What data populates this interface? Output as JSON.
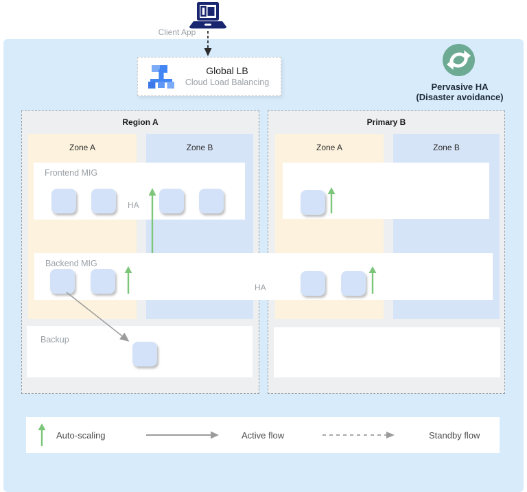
{
  "client_app": {
    "label": "Client App"
  },
  "global_lb": {
    "title": "Global LB",
    "subtitle": "Cloud Load Balancing"
  },
  "pervasive_ha": {
    "title": "Pervasive HA",
    "subtitle": "(Disaster avoidance)"
  },
  "regions": [
    {
      "title": "Region A",
      "zone_a_label": "Zone A",
      "zone_b_label": "Zone B"
    },
    {
      "title": "Primary B",
      "zone_a_label": "Zone A",
      "zone_b_label": "Zone B"
    }
  ],
  "mig": {
    "frontend_label": "Frontend MIG",
    "frontend_ha_label": "HA",
    "backend_label": "Backend MIG",
    "backend_ha_label": "HA",
    "backup_label": "Backup"
  },
  "legend": {
    "items": [
      {
        "label": "Auto-scaling",
        "symbol": "green-up-arrow"
      },
      {
        "label": "Active flow",
        "symbol": "gray-solid-arrow"
      },
      {
        "label": "Standby flow",
        "symbol": "gray-dashed-arrow"
      }
    ]
  },
  "icons": {
    "client": "laptop-icon",
    "load_balancer": "load-balancer-icon",
    "pervasive_ha": "sync-icon"
  },
  "colors": {
    "canvas_blue": "#d8ebfb",
    "region_fill": "#edeff1",
    "zone_a_cream": "#fdf2dd",
    "zone_b_blue": "#d6e4f8",
    "vm_fill": "#d3e2f8",
    "autoscale_green": "#7cc57a",
    "flow_gray": "#9b9b9b",
    "ha_teal": "#6caa93",
    "laptop_navy": "#1a2570",
    "lb_blue": "#4285f4"
  }
}
